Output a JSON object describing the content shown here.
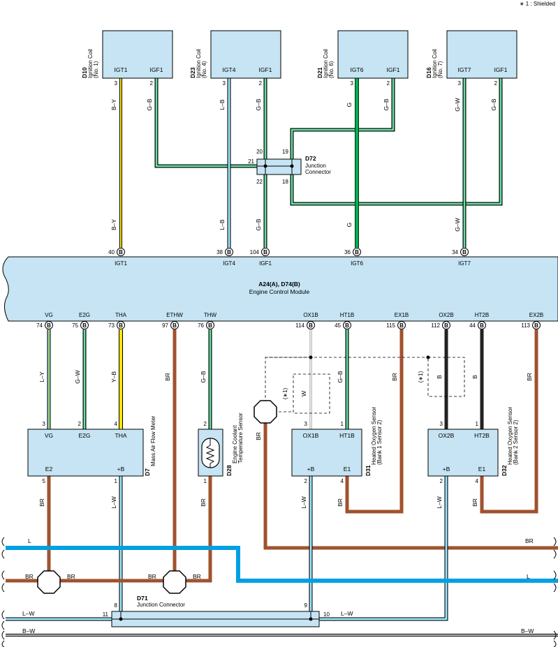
{
  "legend": {
    "shielded": "∗ 1 : Shielded"
  },
  "ecm": {
    "title": "A24(A), D74(B)",
    "name": "Engine Control Module"
  },
  "coils": [
    {
      "code": "D10",
      "name": "Ignition Coil",
      "no": "(No. 1)",
      "p1": "IGT1",
      "p2": "IGF1",
      "n1": "3",
      "n2": "2"
    },
    {
      "code": "D23",
      "name": "Ignition Coil",
      "no": "(No. 4)",
      "p1": "IGT4",
      "p2": "IGF1",
      "n1": "3",
      "n2": "2"
    },
    {
      "code": "D21",
      "name": "Ignition Coil",
      "no": "(No. 6)",
      "p1": "IGT6",
      "p2": "IGF1",
      "n1": "3",
      "n2": "2"
    },
    {
      "code": "D16",
      "name": "Ignition Coil",
      "no": "(No. 7)",
      "p1": "IGT7",
      "p2": "IGF1",
      "n1": "3",
      "n2": "2"
    }
  ],
  "d72": {
    "code": "D72",
    "name1": "Junction",
    "name2": "Connector",
    "p20": "20",
    "p19": "19",
    "p21": "21",
    "p22": "22",
    "p18": "18"
  },
  "ecm_top_pins": [
    {
      "n": "40",
      "c": "B",
      "label": "IGT1"
    },
    {
      "n": "38",
      "c": "B",
      "label": "IGT4"
    },
    {
      "n": "104",
      "c": "B",
      "label": "IGF1"
    },
    {
      "n": "36",
      "c": "B",
      "label": "IGT6"
    },
    {
      "n": "34",
      "c": "B",
      "label": "IGT7"
    }
  ],
  "ecm_bottom_pins": [
    {
      "n": "74",
      "c": "B",
      "label": "VG"
    },
    {
      "n": "75",
      "c": "B",
      "label": "E2G"
    },
    {
      "n": "73",
      "c": "B",
      "label": "THA"
    },
    {
      "n": "97",
      "c": "B",
      "label": "ETHW"
    },
    {
      "n": "76",
      "c": "B",
      "label": "THW"
    },
    {
      "n": "114",
      "c": "B",
      "label": "OX1B"
    },
    {
      "n": "45",
      "c": "B",
      "label": "HT1B"
    },
    {
      "n": "115",
      "c": "B",
      "label": "EX1B"
    },
    {
      "n": "112",
      "c": "B",
      "label": "OX2B"
    },
    {
      "n": "44",
      "c": "B",
      "label": "HT2B"
    },
    {
      "n": "113",
      "c": "B",
      "label": "EX2B"
    }
  ],
  "wires_top": {
    "by": "B–Y",
    "gb": "G–B",
    "lb": "L–B",
    "g": "G",
    "gw": "G–W"
  },
  "wires_bottom": {
    "ly": "L–Y",
    "gw": "G–W",
    "yb": "Y–B",
    "br": "BR",
    "gb": "G–B",
    "w": "W",
    "b": "B",
    "lw": "L–W",
    "l": "L",
    "bw": "B–W",
    "s1": "(∗1)"
  },
  "d7": {
    "code": "D7",
    "name": "Mass Air Flow Meter",
    "vg": "VG",
    "e2g": "E2G",
    "tha": "THA",
    "e2": "E2",
    "pb": "+B",
    "n3": "3",
    "n2": "2",
    "n4": "4",
    "n5": "5",
    "n1": "1"
  },
  "d28": {
    "code": "D28",
    "name1": "Engine Coolant",
    "name2": "Temperature Sensor",
    "n2": "2",
    "n1": "1"
  },
  "d31": {
    "code": "D31",
    "name1": "Heated Oxygen Sensor",
    "name2": "(Bank 1 Sensor 2)",
    "ox": "OX1B",
    "ht": "HT1B",
    "pb": "+B",
    "e1": "E1",
    "n3": "3",
    "n1": "1",
    "n2": "2",
    "n4": "4"
  },
  "d32": {
    "code": "D32",
    "name1": "Heated Oxygen Sensor",
    "name2": "(Bank 2 Sensor 2)",
    "ox": "OX2B",
    "ht": "HT2B",
    "pb": "+B",
    "e1": "E1",
    "n3": "3",
    "n1": "1",
    "n2": "2",
    "n4": "4"
  },
  "d71": {
    "code": "D71",
    "name": "Junction Connector",
    "p8": "8",
    "p9": "9",
    "p11": "11",
    "p10": "10"
  },
  "colors": {
    "blue": "#00a0e3",
    "lightblue": "#5ac8f0",
    "green": "#00a651",
    "brown": "#a0522d",
    "yellow": "#ffe600",
    "box": "#c6e4f3"
  }
}
